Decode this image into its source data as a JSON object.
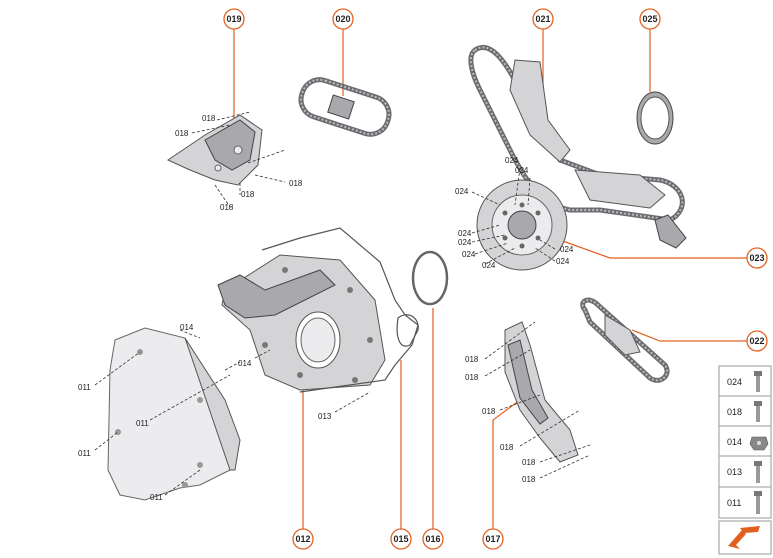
{
  "callouts": {
    "c019": "019",
    "c020": "020",
    "c021": "021",
    "c025": "025",
    "c023": "023",
    "c022": "022",
    "c012": "012",
    "c015": "015",
    "c016": "016",
    "c017": "017"
  },
  "labels": {
    "l018_a": "018",
    "l018_b": "018",
    "l018_c": "018",
    "l018_d": "018",
    "l018_e": "018",
    "l024_a": "024",
    "l024_b": "024",
    "l024_c": "024",
    "l024_d": "024",
    "l024_e": "024",
    "l024_f": "024",
    "l024_g": "024",
    "l024_h": "024",
    "l024_i": "024",
    "l014_a": "014",
    "l014_b": "014",
    "l011_a": "011",
    "l011_b": "011",
    "l011_c": "011",
    "l011_d": "011",
    "l013": "013",
    "l018_f": "018",
    "l018_g": "018",
    "l018_h": "018",
    "l018_i": "018",
    "l018_j": "018",
    "l018_k": "018"
  },
  "legend": {
    "items": [
      "024",
      "018",
      "014",
      "013",
      "011"
    ]
  },
  "colors": {
    "accent": "#e2601f",
    "part": "#d4d4d6"
  },
  "icons": {
    "nav": "arrow-down-left-icon"
  }
}
